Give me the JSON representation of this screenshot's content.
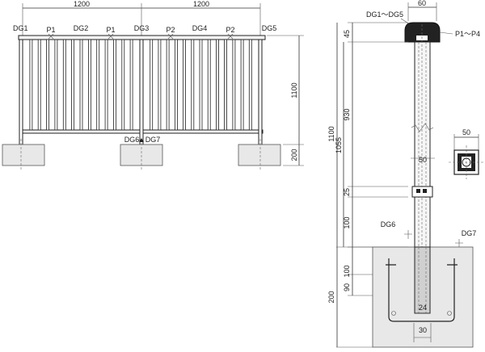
{
  "elevation": {
    "spans": [
      "1200",
      "1200"
    ],
    "post_labels": [
      "DG1",
      "DG2",
      "DG3",
      "DG4",
      "DG5"
    ],
    "panel_labels": [
      "P1",
      "P1",
      "P2",
      "P2"
    ],
    "bottom_labels": [
      "DG6",
      "DG7"
    ],
    "height_dims": [
      "1100",
      "200"
    ]
  },
  "section": {
    "top_width": "60",
    "top_label": "DG1～DG5",
    "cap_label": "P1～P4",
    "left_dims": [
      "45",
      "930",
      "25",
      "100"
    ],
    "outer_dims": [
      "1100",
      "1055"
    ],
    "base_dims": [
      "100",
      "90",
      "200"
    ],
    "inner_width": "50",
    "side_labels": [
      "DG6",
      "DG7"
    ],
    "bottom_dims": [
      "24",
      "30"
    ]
  },
  "detail": {
    "width": "50"
  }
}
